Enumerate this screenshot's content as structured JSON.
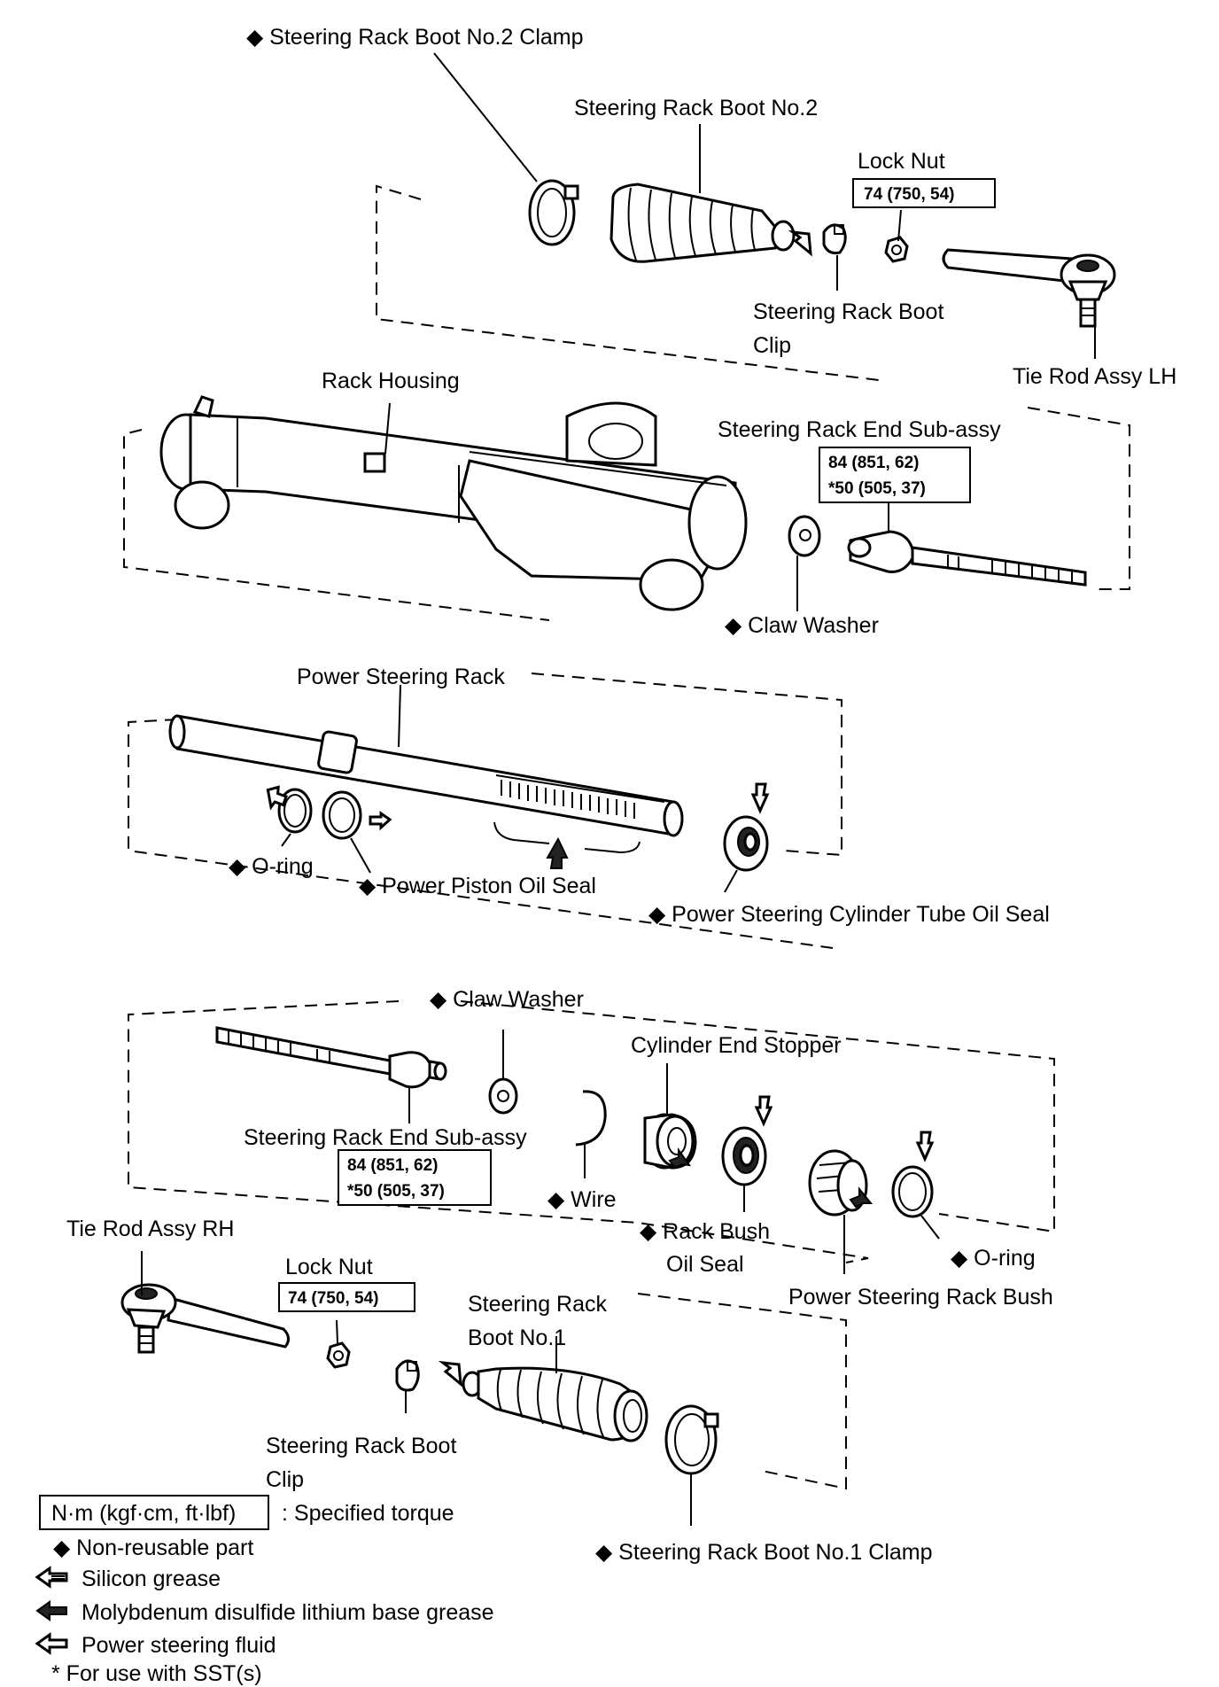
{
  "labels": {
    "boot2_clamp": "◆ Steering Rack Boot No.2 Clamp",
    "boot2": "Steering Rack Boot No.2",
    "lock_nut_top": "Lock Nut",
    "boot_clip_top_1": "Steering Rack Boot",
    "boot_clip_top_2": "Clip",
    "tie_rod_lh": "Tie Rod Assy LH",
    "rack_housing": "Rack Housing",
    "rack_end_top": "Steering Rack End Sub-assy",
    "claw_washer_top": "◆ Claw Washer",
    "power_steering_rack": "Power Steering Rack",
    "o_ring_left": "◆ O-ring",
    "power_piston_oil_seal": "◆ Power Piston Oil Seal",
    "cylinder_tube_oil_seal": "◆ Power Steering Cylinder Tube Oil Seal",
    "claw_washer_bottom": "◆ Claw Washer",
    "cylinder_end_stopper": "Cylinder End Stopper",
    "rack_end_bottom": "Steering Rack End Sub-assy",
    "wire": "◆ Wire",
    "rack_bush_oil_seal_1": "◆ Rack Bush",
    "rack_bush_oil_seal_2": "Oil Seal",
    "o_ring_right": "◆ O-ring",
    "power_steering_rack_bush": "Power Steering Rack Bush",
    "tie_rod_rh": "Tie Rod Assy RH",
    "lock_nut_bottom": "Lock Nut",
    "boot1_1": "Steering Rack",
    "boot1_2": "Boot No.1",
    "boot_clip_bottom_1": "Steering Rack Boot",
    "boot_clip_bottom_2": "Clip",
    "boot1_clamp": "◆ Steering Rack Boot No.1 Clamp"
  },
  "torques": {
    "lock_nut_top": "74 (750, 54)",
    "rack_end_top_1": "84 (851, 62)",
    "rack_end_top_2": "*50 (505, 37)",
    "rack_end_bottom_1": "84 (851, 62)",
    "rack_end_bottom_2": "*50 (505, 37)",
    "lock_nut_bottom": "74 (750, 54)"
  },
  "legend": {
    "torque_box": "N·m (kgf·cm, ft·lbf)",
    "torque_desc": ": Specified torque",
    "non_reusable": "◆ Non-reusable part",
    "silicon": "Silicon grease",
    "molybdenum": "Molybdenum disulfide lithium base grease",
    "ps_fluid": "Power steering fluid",
    "sst": "* For use with SST(s)"
  },
  "icons": {
    "silicon": "silicon-grease-arrow-icon",
    "molybdenum": "molybdenum-grease-arrow-icon",
    "ps_fluid": "power-steering-fluid-arrow-icon"
  }
}
